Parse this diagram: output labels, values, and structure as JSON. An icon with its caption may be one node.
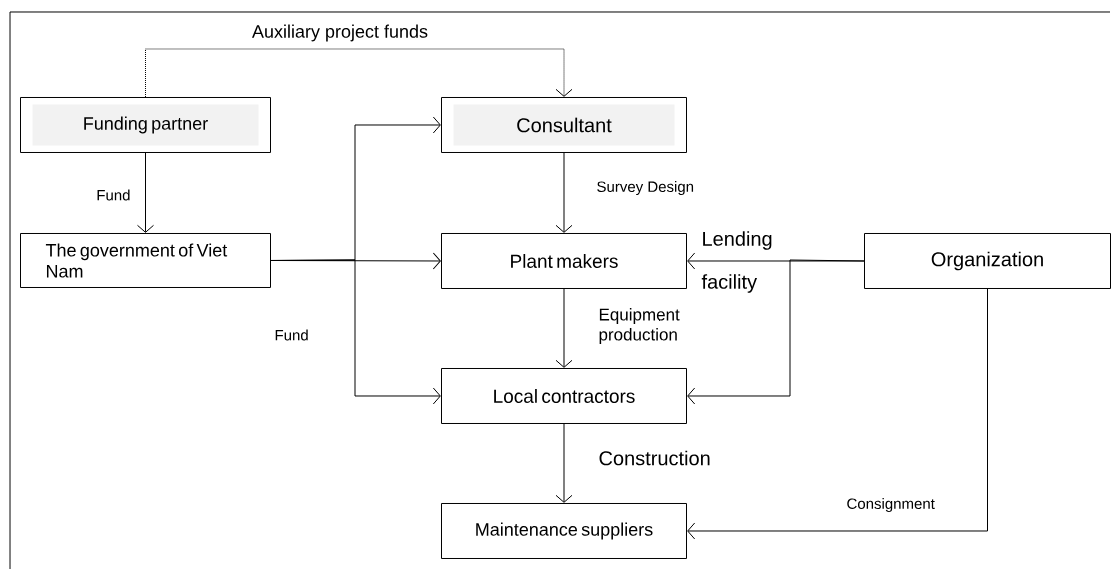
{
  "diagram": {
    "nodes": [
      {
        "text": [
          "Funding partner"
        ]
      },
      {
        "text": [
          "Consultant"
        ]
      },
      {
        "text": [
          "The government of Viet Nam"
        ]
      },
      {
        "text": [
          "Plant makers"
        ]
      },
      {
        "text": [
          "Organization"
        ]
      },
      {
        "text": [
          "Local contractors"
        ]
      },
      {
        "text": [
          "Maintenance suppliers"
        ]
      }
    ],
    "edges": [
      {
        "from": 0,
        "to": 1,
        "arrow": "to",
        "label": "Auxiliary project funds",
        "style": "dashed"
      },
      {
        "from": 0,
        "to": 2,
        "arrow": "to",
        "label": "Fund"
      },
      {
        "from": 2,
        "to": 3,
        "arrow": "to"
      },
      {
        "from": 2,
        "to": 1,
        "arrow": "to"
      },
      {
        "from": 2,
        "to": 5,
        "arrow": "to",
        "label": "Fund"
      },
      {
        "from": 1,
        "to": 3,
        "arrow": "to",
        "label": "Survey Design"
      },
      {
        "from": 3,
        "to": 5,
        "arrow": "to",
        "label": "Equipment production"
      },
      {
        "from": 4,
        "to": 3,
        "arrow": "to",
        "label": "Lending facility"
      },
      {
        "from": 4,
        "to": 5,
        "arrow": "to"
      },
      {
        "from": 5,
        "to": 6,
        "arrow": "to",
        "label": "Construction"
      },
      {
        "from": 4,
        "to": 6,
        "arrow": "to",
        "label": "Consignment"
      }
    ]
  }
}
